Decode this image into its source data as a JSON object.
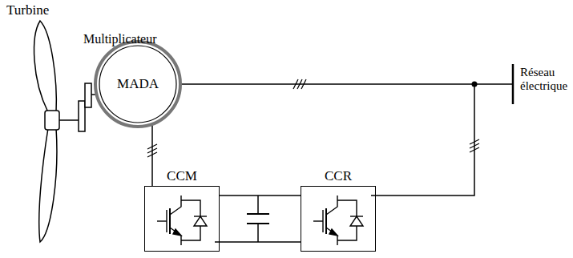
{
  "diagram": {
    "nodes": [
      {
        "text": [
          "MADA"
        ]
      },
      {
        "text": [
          "CCM"
        ]
      },
      {
        "text": [
          "CCR"
        ]
      }
    ],
    "edges": [
      {
        "from": 0,
        "to": 1,
        "arrow": "none"
      },
      {
        "from": 1,
        "to": 2,
        "arrow": "none"
      }
    ],
    "labels": [
      "Turbine",
      "Multiplicateur",
      "Réseau électrique"
    ]
  }
}
